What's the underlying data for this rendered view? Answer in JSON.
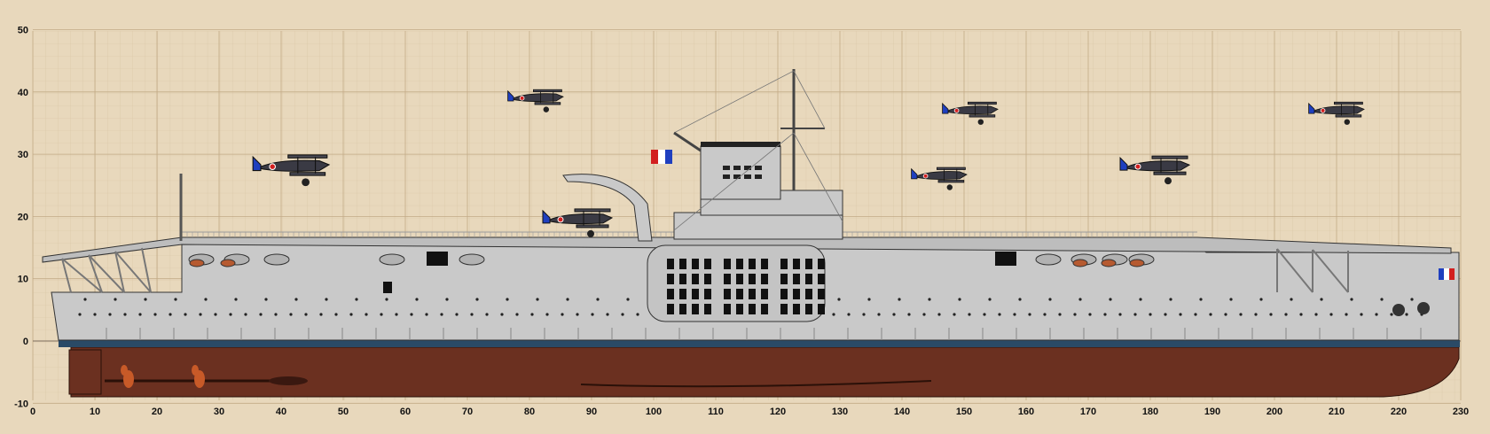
{
  "colors": {
    "background": "#e8d8bc",
    "grid_minor": "#d6c3a3",
    "grid_major": "#c2aa86",
    "hull_upper": "#c9c9c9",
    "hull_lower": "#6b3020",
    "boot_topping": "#2a4a66",
    "deck_railing": "#9a9a9a",
    "aircraft": "#3a3a44",
    "flag_blue": "#1f3fbf",
    "flag_white": "#ffffff",
    "flag_red": "#d21f1f",
    "propeller": "#c85a28"
  },
  "axes": {
    "x_ticks": [
      "0",
      "10",
      "20",
      "30",
      "40",
      "50",
      "60",
      "70",
      "80",
      "90",
      "100",
      "110",
      "120",
      "130",
      "140",
      "150",
      "160",
      "170",
      "180",
      "190",
      "200",
      "210",
      "220",
      "230"
    ],
    "y_ticks": [
      "50",
      "40",
      "30",
      "20",
      "10",
      "0",
      "-10"
    ]
  },
  "drawing": {
    "subject": "aircraft-carrier-profile",
    "flags": 2,
    "aircraft": 7
  }
}
